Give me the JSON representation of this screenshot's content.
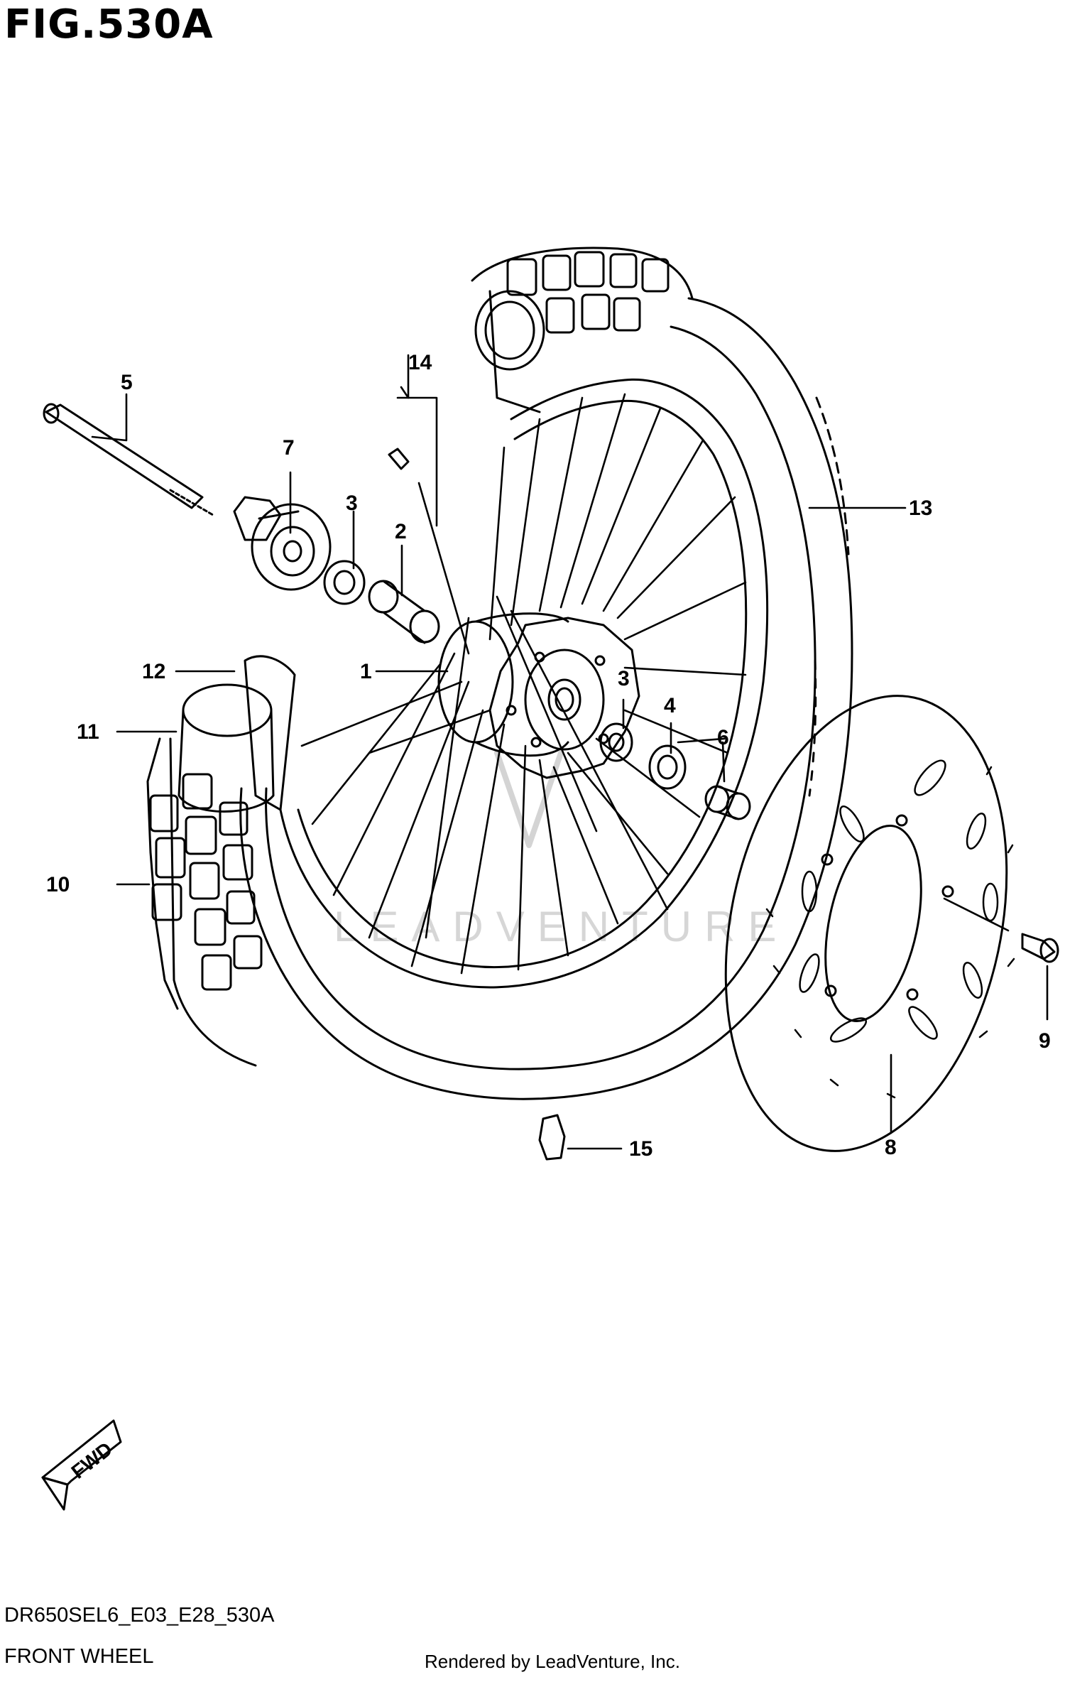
{
  "figure": {
    "title": "FIG.530A",
    "code": "DR650SEL6_E03_E28_530A",
    "name": "FRONT WHEEL",
    "credit": "Rendered by LeadVenture, Inc.",
    "watermark": "LEADVENTURE",
    "direction_label": "FWD"
  },
  "callouts": [
    {
      "id": "c1",
      "label": "1"
    },
    {
      "id": "c2",
      "label": "2"
    },
    {
      "id": "c3a",
      "label": "3"
    },
    {
      "id": "c3b",
      "label": "3"
    },
    {
      "id": "c4",
      "label": "4"
    },
    {
      "id": "c5",
      "label": "5"
    },
    {
      "id": "c6",
      "label": "6"
    },
    {
      "id": "c7",
      "label": "7"
    },
    {
      "id": "c8",
      "label": "8"
    },
    {
      "id": "c9",
      "label": "9"
    },
    {
      "id": "c10",
      "label": "10"
    },
    {
      "id": "c11",
      "label": "11"
    },
    {
      "id": "c12",
      "label": "12"
    },
    {
      "id": "c13",
      "label": "13"
    },
    {
      "id": "c14",
      "label": "14"
    },
    {
      "id": "c15",
      "label": "15"
    }
  ],
  "colors": {
    "line": "#000000",
    "background": "#ffffff",
    "watermark": "#cfcfcf"
  }
}
